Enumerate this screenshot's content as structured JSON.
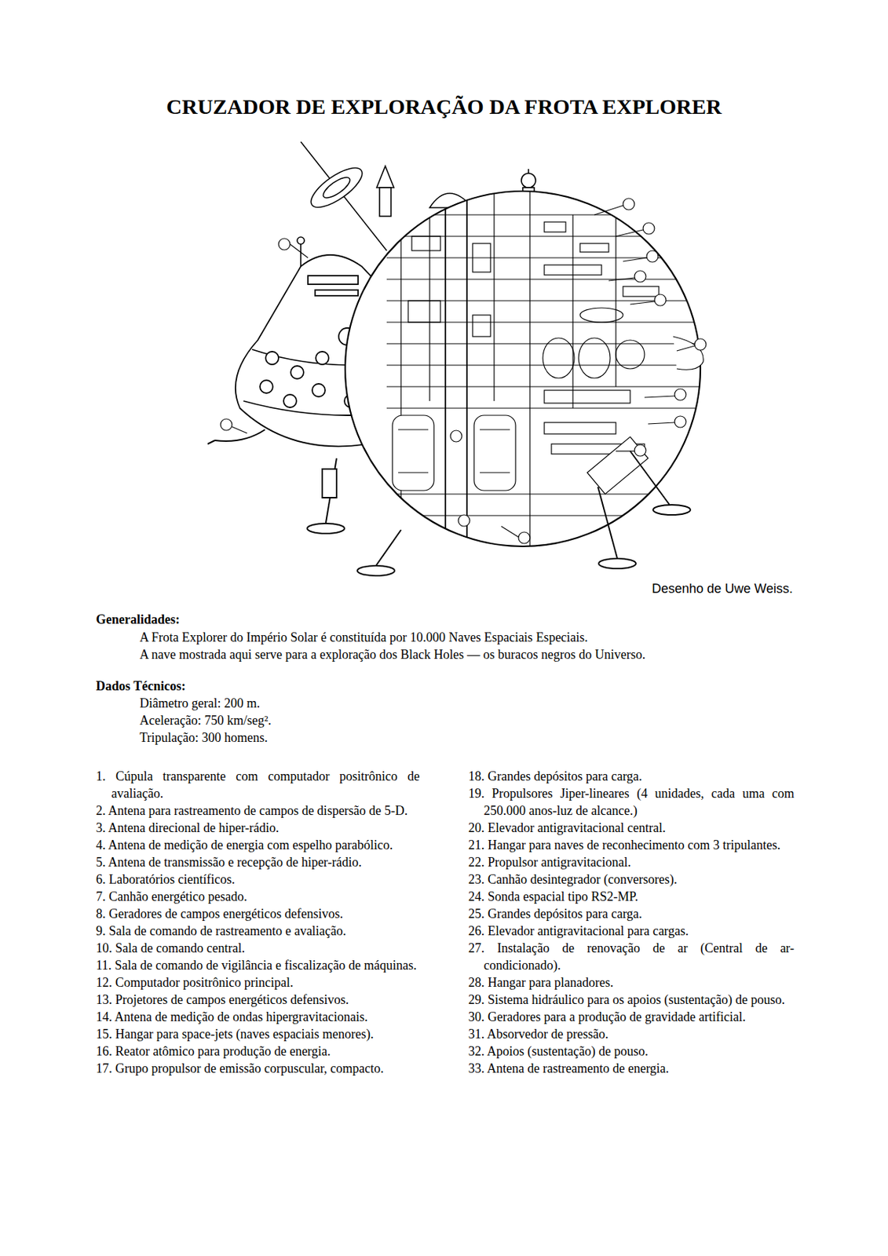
{
  "diagram": {
    "title": "CRUZADOR DE EXPLORAÇÃO DA FROTA EXPLORER",
    "labels": [
      "Desenho de Uwe Weiss.",
      "Generalidades:",
      "A Frota Explorer do Império Solar é constituída por 10.000 Naves Espaciais Especiais.",
      "A nave mostrada aqui serve para a exploração dos Black Holes — os buracos negros do Universo.",
      "Dados Técnicos:",
      "Diâmetro geral: 200 m.",
      "Aceleração: 750 km/seg².",
      "Tripulação: 300 homens.",
      "1. Cúpula transparente com computador positrônico de avaliação.",
      "2. Antena para rastreamento de campos de dispersão de 5-D.",
      "3. Antena direcional de hiper-rádio.",
      "4. Antena de medição de energia com espelho parabólico.",
      "5. Antena de transmissão e recepção de hiper-rádio.",
      "6. Laboratórios científicos.",
      "7. Canhão energético pesado.",
      "8. Geradores de campos energéticos defensivos.",
      "9. Sala de comando de rastreamento e avaliação.",
      "10. Sala de comando central.",
      "11. Sala de comando de vigilância e fiscalização de máquinas.",
      "12. Computador positrônico principal.",
      "13. Projetores de campos energéticos defensivos.",
      "14. Antena de medição de ondas hipergravitacionais.",
      "15. Hangar para space-jets (naves espaciais menores).",
      "16. Reator atômico para produção de energia.",
      "17. Grupo propulsor de emissão corpuscular, compacto.",
      "18. Grandes depósitos para carga.",
      "19. Propulsores Jiper-lineares (4 unidades, cada uma com 250.000 anos-luz de alcance.)",
      "20. Elevador antigravitacional central.",
      "21. Hangar para naves de reconhecimento com 3 tripulantes.",
      "22. Propulsor antigravitacional.",
      "23. Canhão desintegrador (conversores).",
      "24. Sonda espacial tipo RS2-MP.",
      "25. Grandes depósitos para carga.",
      "26. Elevador antigravitacional para cargas.",
      "27. Instalação de renovação de ar (Central de ar-condicionado).",
      "28. Hangar para planadores.",
      "29. Sistema hidráulico para os apoios (sustentação) de pouso.",
      "30. Geradores para a produção de gravidade artificial.",
      "31. Absorvedor de pressão.",
      "32. Apoios (sustentação) de pouso.",
      "33. Antena de rastreamento de energia."
    ]
  }
}
